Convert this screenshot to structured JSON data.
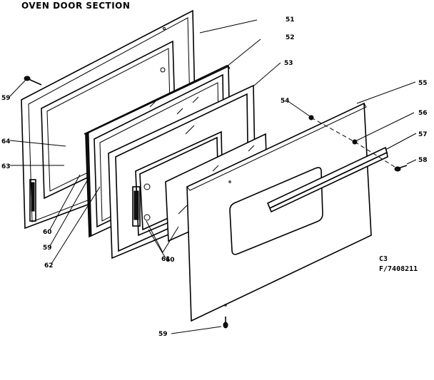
{
  "title": "OVEN DOOR SECTION",
  "code_line1": "C3",
  "code_line2": "F/7408211",
  "callouts": {
    "c51": "51",
    "c52": "52",
    "c53": "53",
    "c54": "54",
    "c55": "55",
    "c56": "56",
    "c57": "57",
    "c58": "58",
    "c59_top": "59",
    "c64": "64",
    "c63": "63",
    "c60_left": "60",
    "c59_mid": "59",
    "c62": "62",
    "c61": "61",
    "c60_bottom": "60",
    "c59_bottom": "59"
  }
}
